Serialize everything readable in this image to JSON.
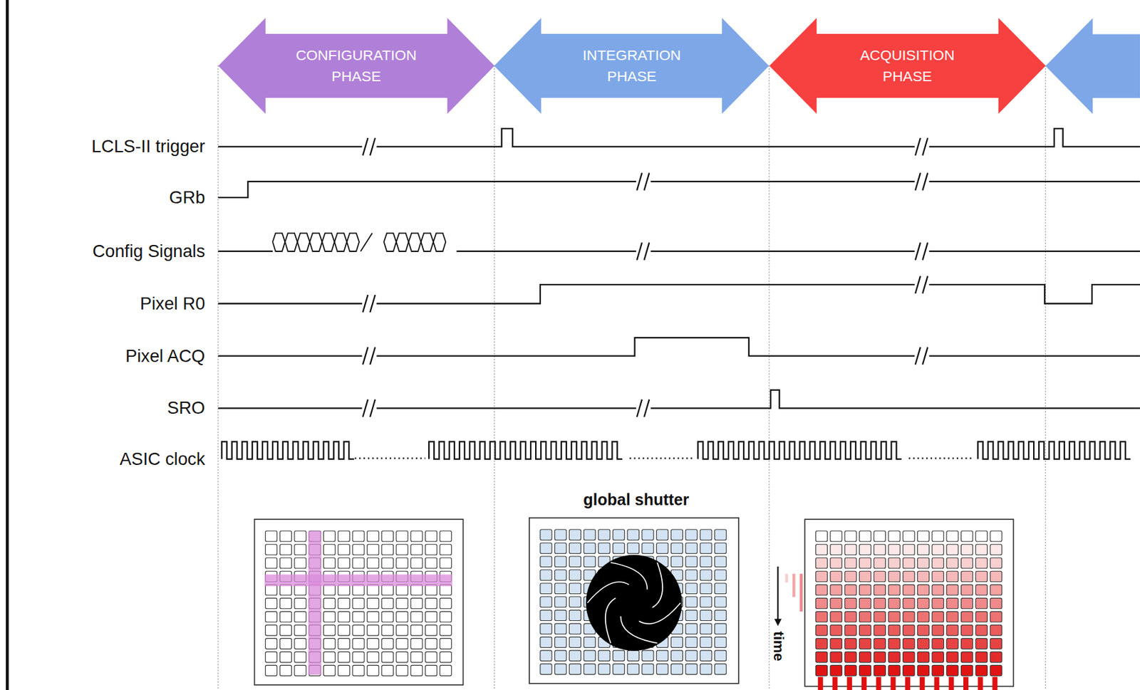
{
  "diagram": {
    "nodes": [
      {
        "text": [
          "CONFIGURATION PHASE"
        ]
      },
      {
        "text": [
          "INTEGRATION PHASE"
        ]
      },
      {
        "text": [
          "ACQUISITION PHASE"
        ]
      }
    ],
    "labels": [
      "LCLS-II trigger",
      "GRb",
      "Config Signals",
      "Pixel R0",
      "Pixel ACQ",
      "SRO",
      "ASIC clock",
      "global shutter",
      "time"
    ]
  }
}
